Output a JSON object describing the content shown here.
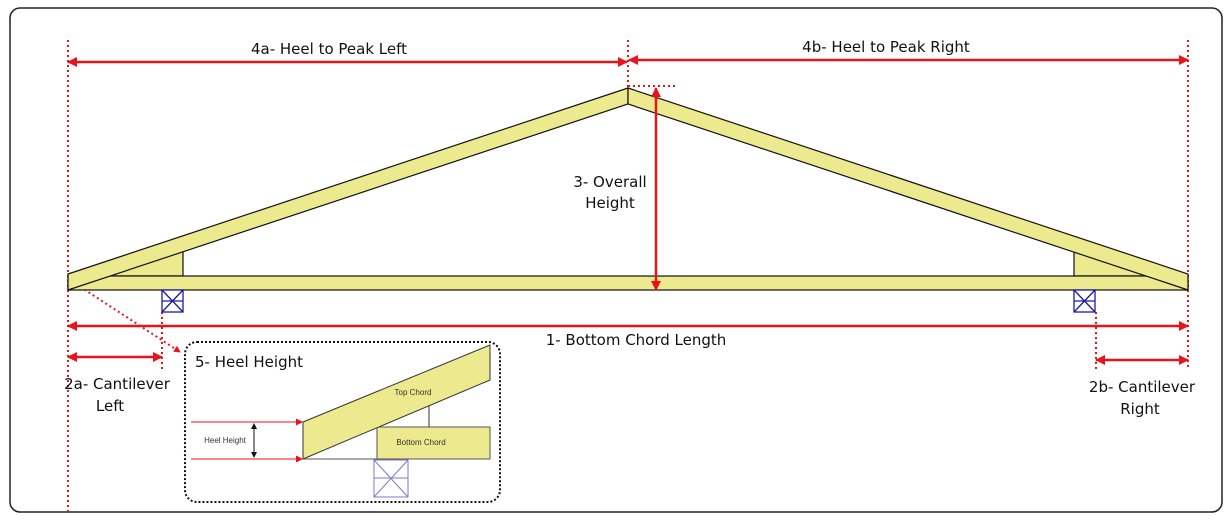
{
  "labels": {
    "heel_to_peak_left": "4a- Heel to Peak Left",
    "heel_to_peak_right": "4b- Heel to Peak Right",
    "overall_height_line1": "3- Overall",
    "overall_height_line2": "Height",
    "bottom_chord_length": "1- Bottom Chord Length",
    "cantilever_left_line1": "2a- Cantilever",
    "cantilever_left_line2": "Left",
    "cantilever_right_line1": "2b- Cantilever",
    "cantilever_right_line2": "Right"
  },
  "inset": {
    "title": "5- Heel Height",
    "heel_height": "Heel Height",
    "top_chord": "Top Chord",
    "bottom_chord": "Bottom Chord"
  },
  "colors": {
    "lumber": "#ece98e",
    "dimension": "#e8141b",
    "support": "#1a1aa0"
  }
}
